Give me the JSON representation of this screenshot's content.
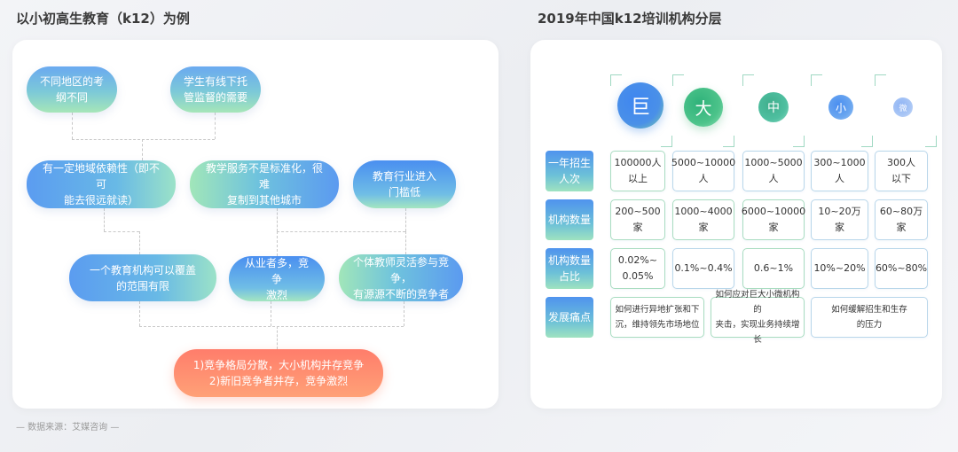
{
  "left": {
    "title": "以小初高生教育（k12）为例",
    "row1": [
      "不同地区的考\n纲不同",
      "学生有线下托\n管监督的需要"
    ],
    "row2": [
      "有一定地域依赖性（即不可\n能去很远就读）",
      "教学服务不是标准化，很难\n复制到其他城市",
      "教育行业进入\n门槛低"
    ],
    "row3": [
      "一个教育机构可以覆盖\n的范围有限",
      "从业者多，竞争\n激烈",
      "个体教师灵活参与竞争，\n有源源不断的竞争者"
    ],
    "result": "1)竞争格局分散，大小机构并存竞争\n2)新旧竞争者并存，竞争激烈"
  },
  "right": {
    "title": "2019年中国k12培训机构分层",
    "tiers": [
      "巨",
      "大",
      "中",
      "小",
      "微"
    ],
    "row_labels": [
      "一年招生\n人次",
      "机构数量",
      "机构数量\n占比",
      "发展痛点"
    ],
    "enrollment": [
      "100000人\n以上",
      "5000~10000\n人",
      "1000~5000\n人",
      "300~1000\n人",
      "300人\n以下"
    ],
    "count": [
      "200~500\n家",
      "1000~4000\n家",
      "6000~10000\n家",
      "10~20万\n家",
      "60~80万\n家"
    ],
    "share": [
      "0.02%~\n0.05%",
      "0.1%~0.4%",
      "0.6~1%",
      "10%~20%",
      "60%~80%"
    ],
    "pain": [
      "如何进行异地扩张和下\n沉，维持领先市场地位",
      "如何应对巨大小微机构的\n夹击，实现业务持续增长",
      "如何缓解招生和生存\n的压力"
    ]
  },
  "source": "— 数据来源：艾媒咨询 —",
  "colors": {
    "accent_blue": "#4f93ee",
    "accent_green": "#a6e6b8",
    "orange": "#ff7d6b"
  }
}
